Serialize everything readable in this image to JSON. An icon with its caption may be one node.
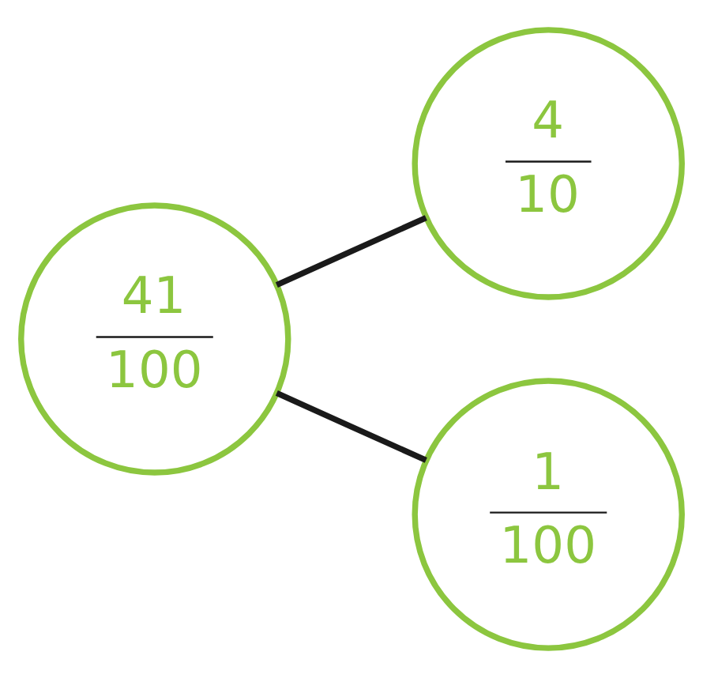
{
  "diagram": {
    "nodes": [
      {
        "text": [
          "41",
          "100"
        ]
      },
      {
        "text": [
          "4",
          "10"
        ]
      },
      {
        "text": [
          "1",
          "100"
        ]
      }
    ],
    "edges": [
      {
        "from": 0,
        "to": 1,
        "arrow": "none"
      },
      {
        "from": 0,
        "to": 2,
        "arrow": "none"
      }
    ]
  }
}
